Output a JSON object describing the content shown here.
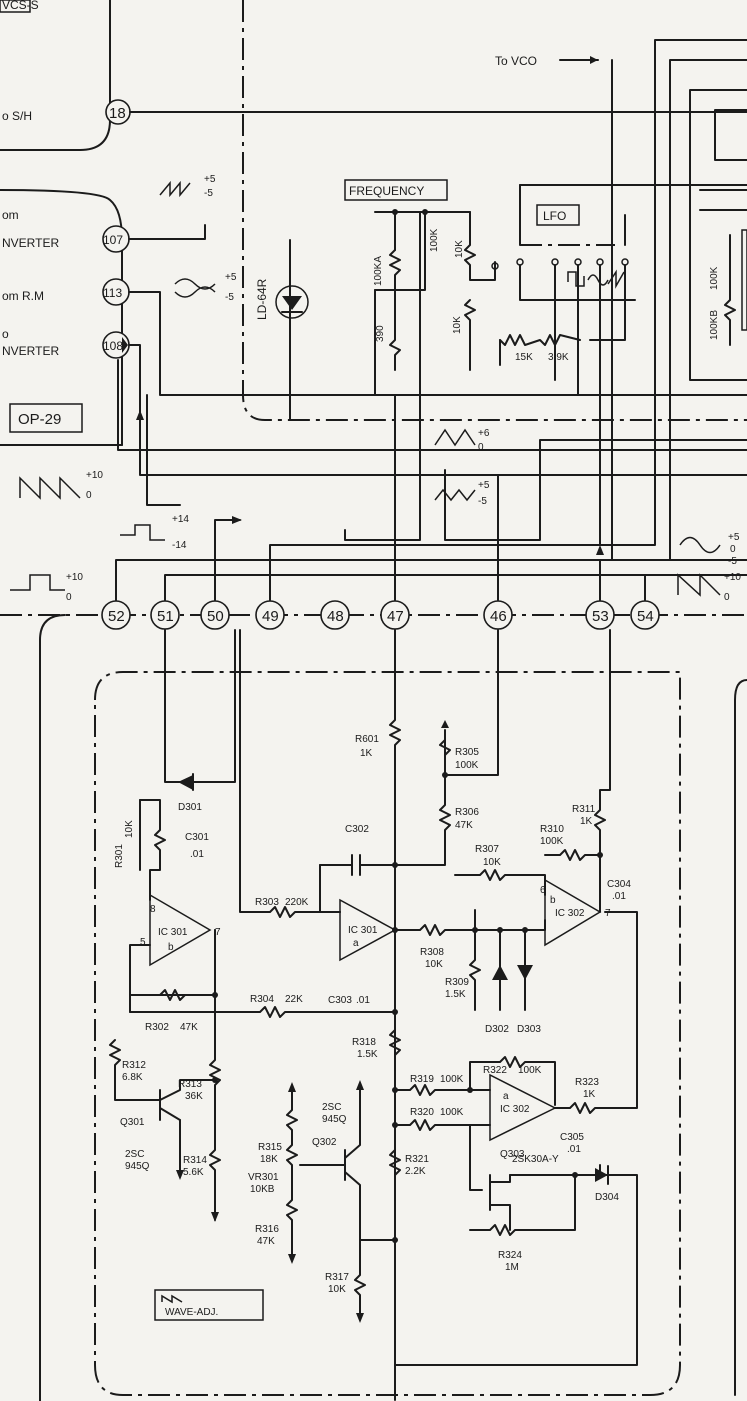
{
  "top_labels": {
    "vcs": "VCS-S",
    "to_vco": "To VCO",
    "sh": "o  S/H",
    "from_inverter": "om\nNVERTER",
    "from_inverter_a": "om",
    "from_inverter_b": "NVERTER",
    "from_rm": "om R.M",
    "to_inverter_a": "o",
    "to_inverter_b": "NVERTER",
    "op29": "OP-29",
    "frequency": "FREQUENCY",
    "lfo": "LFO",
    "led": "LD-64R",
    "wave_adj": "WAVE-ADJ."
  },
  "pins": [
    "18",
    "107",
    "113",
    "108"
  ],
  "connector_pins": [
    "52",
    "51",
    "50",
    "49",
    "48",
    "47",
    "46",
    "53",
    "54"
  ],
  "levels": {
    "saw_top": "+5",
    "saw_bot": "-5",
    "tri_top": "+5",
    "tri_bot": "-5",
    "tri6_top": "+6",
    "tri6_bot": "0",
    "tri5b_top": "+5",
    "tri5b_bot": "-5",
    "ramp_top": "+10",
    "ramp_bot": "0",
    "sq14_top": "+14",
    "sq14_bot": "-14",
    "sq10_top": "+10",
    "sq10_bot": "0",
    "sine_top": "+5",
    "sine_mid": "0",
    "sine_bot": "-5",
    "ramp2_top": "+10",
    "ramp2_bot": "0"
  },
  "top_parts": {
    "pot_100ka": "100KA",
    "r_100k": "100K",
    "r_10k_a": "10K",
    "r_390": "390",
    "r_10k_b": "10K",
    "r_15k": "15K",
    "r_39k": "3.9K",
    "r_100k_r": "100K",
    "pot_100kb": "100KB"
  },
  "parts": {
    "r601": "R601",
    "r601_v": "1K",
    "r305": "R305",
    "r305_v": "100K",
    "r306": "R306",
    "r306_v": "47K",
    "d301": "D301",
    "r301": "R301",
    "r301_v": "10K",
    "c301": "C301",
    "c301_v": ".01",
    "c302": "C302",
    "r303": "R303",
    "r303_v": "220K",
    "ic301a": "IC 301",
    "ic301a_sub": "a",
    "ic301b": "IC 301",
    "ic301b_sub": "b",
    "pin7a": "7",
    "pin8": "8",
    "pin5": "5",
    "pin6": "6",
    "r302": "R302",
    "r302_v": "47K",
    "r304": "R304",
    "r304_v": "22K",
    "c303": "C303",
    "c303_v": ".01",
    "r307": "R307",
    "r307_v": "10K",
    "r308": "R308",
    "r308_v": "10K",
    "r309": "R309",
    "r309_v": "1.5K",
    "d302": "D302",
    "d303": "D303",
    "r310": "R310",
    "r310_v": "100K",
    "r311": "R311",
    "r311_v": "1K",
    "ic302b": "IC 302",
    "ic302b_sub": "b",
    "c304": "C304",
    "c304_v": ".01",
    "r318": "R318",
    "r318_v": "1.5K",
    "r319": "R319",
    "r319_v": "100K",
    "r320": "R320",
    "r320_v": "100K",
    "r322": "R322",
    "r322_v": "100K",
    "ic302a": "IC 302",
    "ic302a_sub": "a",
    "r323": "R323",
    "r323_v": "1K",
    "c305": "C305",
    "c305_v": ".01",
    "q303": "Q303",
    "q303_t": "2SK30A-Y",
    "d304": "D304",
    "r324": "R324",
    "r324_v": "1M",
    "r321": "R321",
    "r321_v": "2.2K",
    "r312": "R312",
    "r312_v": "6.8K",
    "r313": "R313",
    "r313_v": "36K",
    "q301": "Q301",
    "q301_t": "2SC",
    "q301_t2": "945Q",
    "r314": "R314",
    "r314_v": "5.6K",
    "r315": "R315",
    "r315_v": "18K",
    "q302": "Q302",
    "q302_t": "2SC",
    "q302_t2": "945Q",
    "vr301": "VR301",
    "vr301_v": "10KB",
    "r316": "R316",
    "r316_v": "47K",
    "r317": "R317",
    "r317_v": "10K"
  }
}
